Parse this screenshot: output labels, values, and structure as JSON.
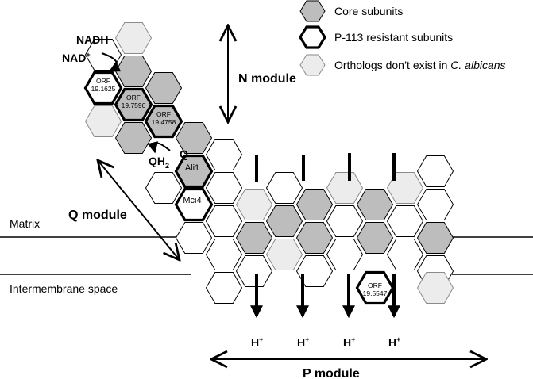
{
  "legend": {
    "core": "Core subunits",
    "resistant": "P-113 resistant subunits",
    "absent_prefix": "Orthologs don’t exist in ",
    "absent_italic": "C. albicans"
  },
  "labels": {
    "nadh": "NADH",
    "nad": "NAD",
    "nad_sup": "+",
    "qh2": "QH",
    "qh2_sub": "2",
    "q": "Q",
    "n_module": "N module",
    "q_module": "Q module",
    "p_module": "P module",
    "matrix": "Matrix",
    "ims": "Intermembrane space",
    "h": "H",
    "h_sup": "+"
  },
  "subunits": {
    "orf1625_a": "ORF",
    "orf1625_b": "19.1625",
    "orf7590_a": "ORF",
    "orf7590_b": "19.7590",
    "orf4758_a": "ORF",
    "orf4758_b": "19.4758",
    "ali1": "Ali1",
    "mci4": "Mci4",
    "orf5547_a": "ORF",
    "orf5547_b": "19.5547"
  }
}
